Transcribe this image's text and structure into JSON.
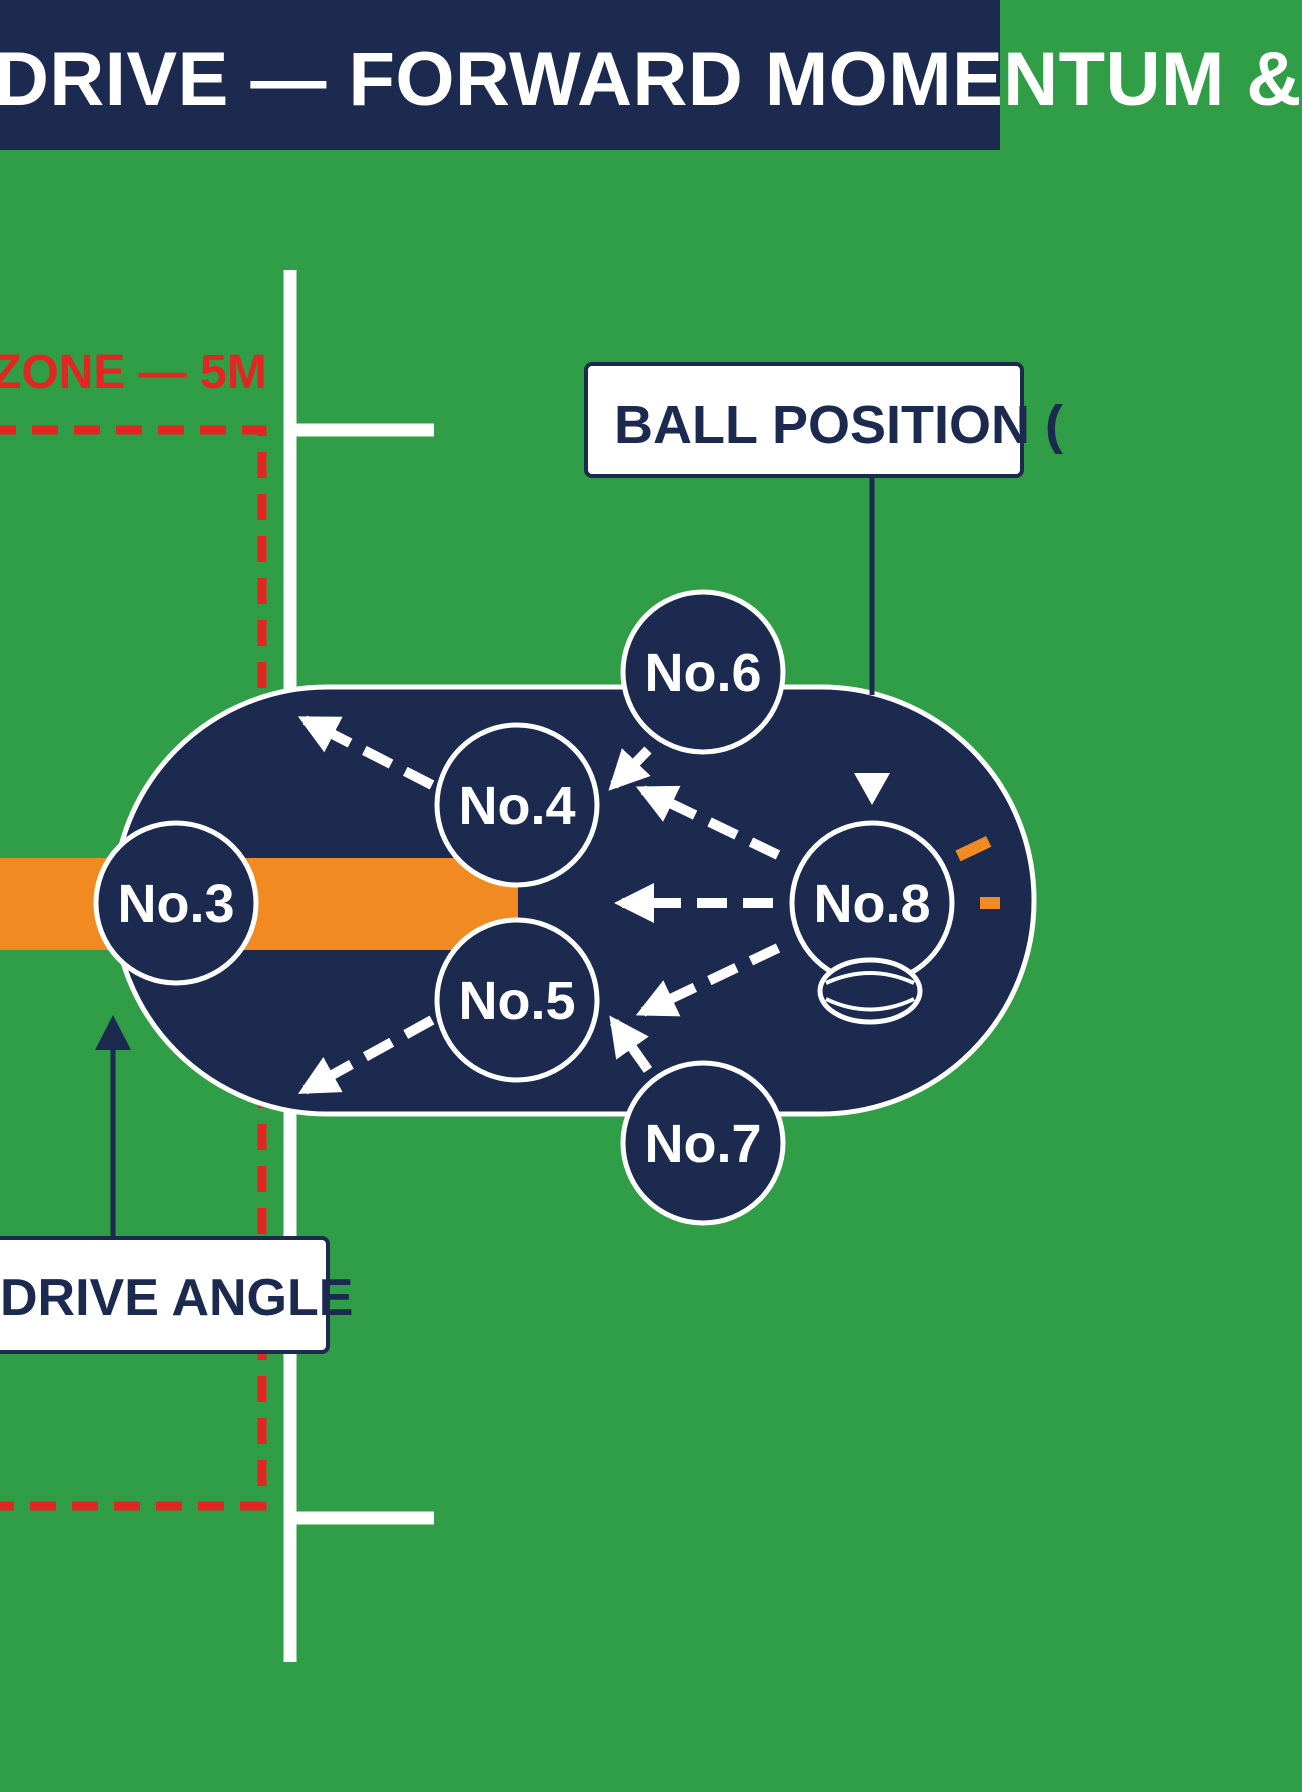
{
  "title": "DRIVE — FORWARD MOMENTUM &",
  "zone_label": "ZONE — 5M",
  "ball_position_label": "BALL POSITION (",
  "drive_angle_label": "DRIVE ANGLE",
  "players": {
    "no3": "No.3",
    "no4": "No.4",
    "no5": "No.5",
    "no6": "No.6",
    "no7": "No.7",
    "no8": "No.8"
  },
  "colors": {
    "field": "#2f9e46",
    "navy": "#1b2a4e",
    "zone_red": "#e32622",
    "drive_orange": "#f28a22",
    "line_white": "#ffffff"
  }
}
